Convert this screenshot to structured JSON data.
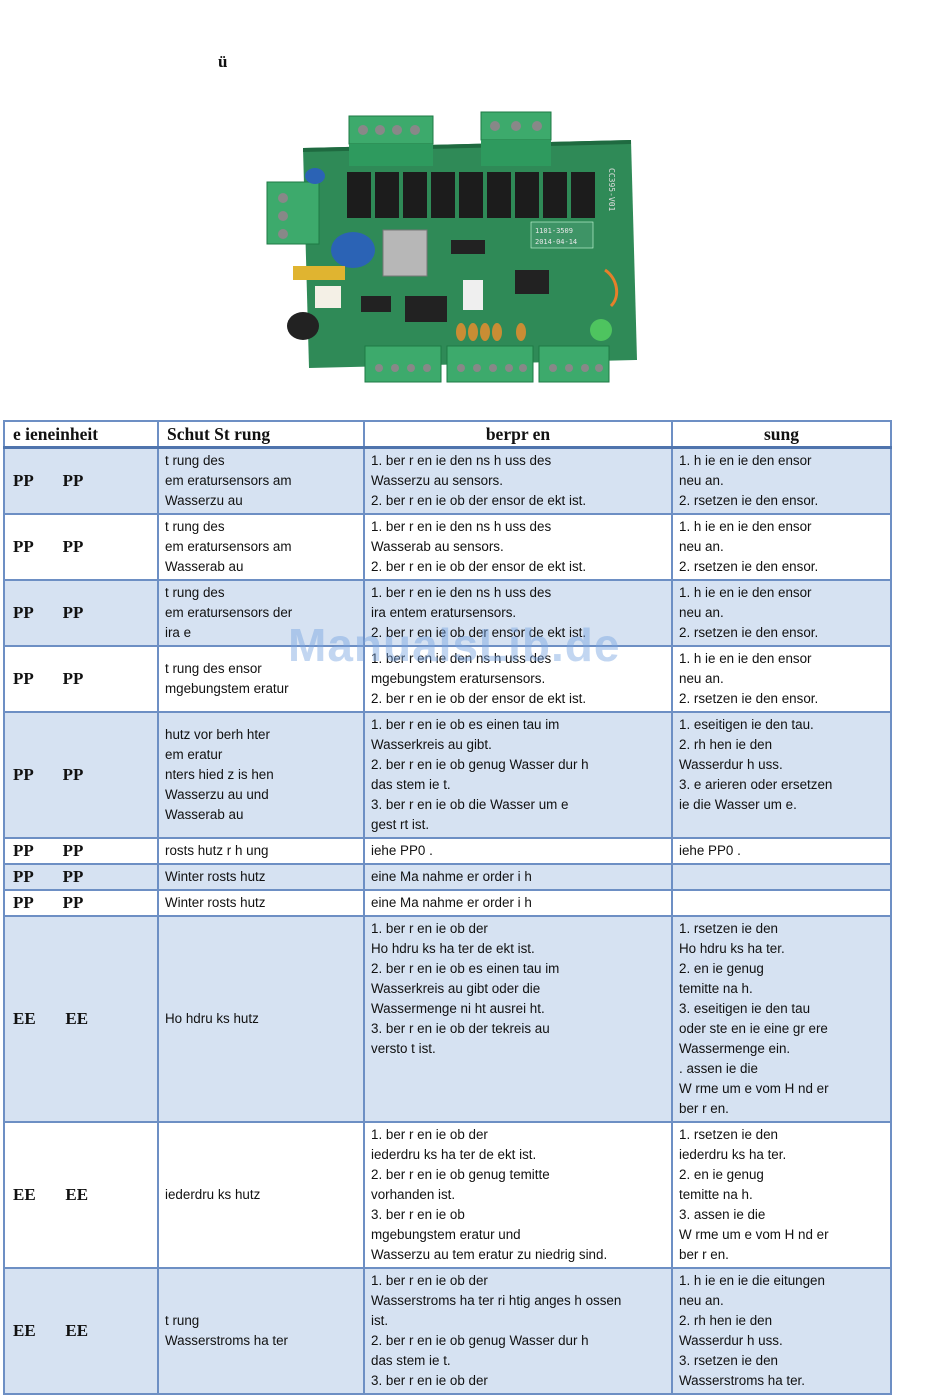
{
  "page": {
    "heading_fragment": "ü",
    "watermark": "ManualsLib.de"
  },
  "photo": {
    "board_label": "CC395-V01",
    "chip_label_1": "1101-3509",
    "chip_label_2": "2014-04-14",
    "colors": {
      "pcb": "#2f8a57",
      "terminal": "#3daa6c",
      "relay": "#1c1c1c",
      "capacitor": "#2b63b5",
      "fuse": "#e0b430"
    }
  },
  "table": {
    "headers": {
      "unit": " e  ieneinheit",
      "fault": "Schut     St  rung",
      "check": "berpr    en",
      "solution": "sung"
    },
    "rows": [
      {
        "code": "PP       PP",
        "fault": "  t  rung des\n   em  eratursensors am\nWasserzu au",
        "check": "1.    ber  r    en   ie den    ns  h uss des\nWasserzu au  sensors.\n2.    ber  r    en   ie ob der    ensor de ekt ist.",
        "solution": "1.     h ie   en   ie den    ensor\nneu an.\n2.    rsetzen    ie den    ensor."
      },
      {
        "code": "PP       PP",
        "fault": "  t  rung des\n   em  eratursensors am\nWasserab au",
        "check": "1.    ber  r    en   ie den    ns  h uss des\nWasserab au  sensors.\n2.    ber  r    en   ie ob der    ensor de ekt ist.",
        "solution": "1.     h ie   en   ie den    ensor\nneu an.\n2.    rsetzen    ie den    ensor."
      },
      {
        "code": "PP       PP",
        "fault": "  t  rung des\n   em  eratursensors der\n     ira e",
        "check": "1.    ber  r    en   ie den    ns  h uss des\n     ira entem  eratursensors.\n2.    ber  r    en   ie ob der    ensor de ekt ist.",
        "solution": "1.     h ie   en   ie den    ensor\nneu an.\n2.    rsetzen    ie den    ensor."
      },
      {
        "code": "PP       PP",
        "fault": "  t  rung des    ensor     \n   mgebungstem  eratur",
        "check": "1.    ber  r    en   ie den    ns  h uss des\n    mgebungstem  eratursensors.\n2.    ber  r    en   ie ob der    ensor de ekt ist.",
        "solution": "1.     h ie   en   ie den    ensor\nneu an.\n2.    rsetzen    ie den    ensor."
      },
      {
        "code": "PP       PP",
        "fault": "     hutz vor    berh   hter\n   em  eratur\n   nters  hied z    is  hen\nWasserzu au   und\nWasserab au",
        "check": "1.    ber  r    en   ie ob es einen    tau im\nWasserkreis au   gibt.\n2.    ber  r    en   ie ob genug Wasser dur  h\ndas      stem    ie  t.\n3.    ber  r    en   ie ob die Wasser   um   e\ngest   rt ist.",
        "solution": "1.    eseitigen    ie den     tau.\n2.    rh   hen    ie den\nWasserdur  h  uss.\n3.    e  arieren oder ersetzen\n    ie die Wasser   um   e."
      },
      {
        "code": "PP       PP",
        "fault": "  rosts  hutz     r       h ung",
        "check": "   iehe PP0   .",
        "solution": "   iehe PP0   ."
      },
      {
        "code": "PP       PP",
        "fault": "Winter     rosts  hutz",
        "check": "   eine Ma   nahme er order i  h",
        "solution": ""
      },
      {
        "code": "PP       PP",
        "fault": "Winter     rosts  hutz",
        "check": "   eine Ma   nahme er order i  h",
        "solution": ""
      },
      {
        "code": "EE       EE",
        "fault": "Ho  hdru  ks  hutz",
        "check": "1.    ber  r    en   ie ob der\nHo  hdru  ks  ha ter de ekt ist.\n2.    ber  r    en   ie ob es einen    tau im\nWasserkreis au   gibt oder die\nWassermenge ni  ht ausrei  ht.\n3.    ber  r    en   ie ob der       tekreis au\nversto     t ist.",
        "solution": "1.    rsetzen    ie den\nHo  hdru  ks  ha ter.\n2.        en   ie genug\n      temitte   na  h.\n3.    eseitigen    ie den    tau\noder ste   en   ie eine gr      ere\nWassermenge ein.\n    .    assen    ie die\nW   rme   um   e vom H   nd er\n    ber   r    en."
      },
      {
        "code": "EE       EE",
        "fault": "     iederdru  ks  hutz",
        "check": "1.    ber  r    en   ie ob der\n    iederdru  ks  ha ter de ekt ist.\n2.    ber  r    en   ie ob genug        temitte\nvorhanden ist.\n3.    ber  r    en   ie ob\n    mgebungstem  eratur und\nWasserzu au  tem  eratur zu niedrig sind.",
        "solution": "1.    rsetzen    ie den\n    iederdru  ks  ha ter.\n2.        en   ie genug\n      temitte   na  h.\n3.    assen    ie die\nW   rme   um   e vom H   nd er\n    ber   r    en."
      },
      {
        "code": "EE       EE",
        "fault": "  t  rung\nWasserstroms   ha ter",
        "check": "1.    ber  r    en   ie ob der\nWasserstroms   ha ter ri   htig anges   h ossen\nist.\n2.    ber  r    en   ie ob genug Wasser dur  h\ndas      stem    ie  t.\n3.    ber  r    en   ie ob der",
        "solution": "1.     h ie   en   ie die    eitungen\nneu an.\n2.    rh   hen    ie den\nWasserdur  h  uss.\n3.    rsetzen    ie den\nWasserstroms   ha ter."
      }
    ]
  }
}
